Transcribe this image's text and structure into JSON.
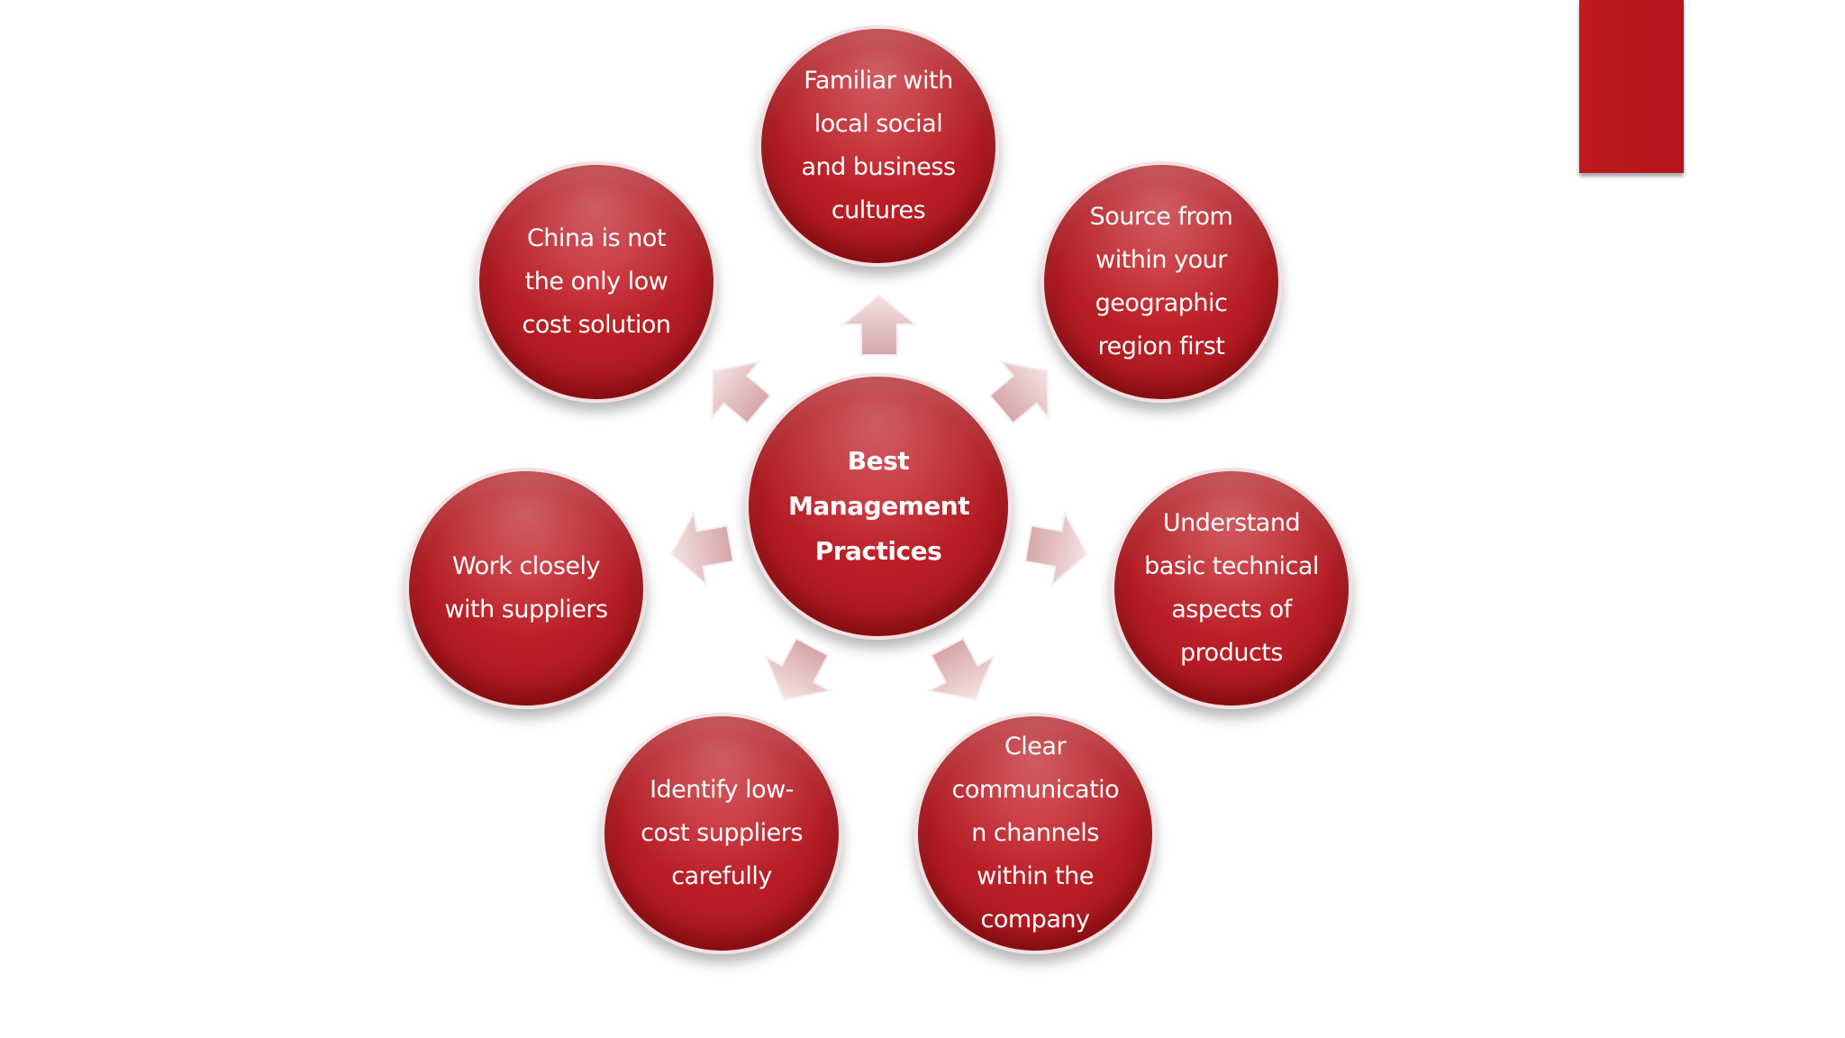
{
  "diagram": {
    "center": {
      "label": "Best Management Practices"
    },
    "nodes": [
      {
        "id": "top",
        "label": "Familiar with local social and business cultures"
      },
      {
        "id": "upper-right",
        "label": "Source from within your geographic region first"
      },
      {
        "id": "right",
        "label": "Understand basic technical aspects of products"
      },
      {
        "id": "lower-right",
        "label": "Clear communicatio n channels within the company"
      },
      {
        "id": "lower-left",
        "label": "Identify low-cost suppliers carefully"
      },
      {
        "id": "left",
        "label": "Work closely with suppliers"
      },
      {
        "id": "upper-left",
        "label": "China is not the only low cost solution"
      }
    ]
  },
  "colors": {
    "node_red": "#b41c23",
    "accent_bar": "#b3161b",
    "arrow_fill": "#e7c6c8"
  }
}
